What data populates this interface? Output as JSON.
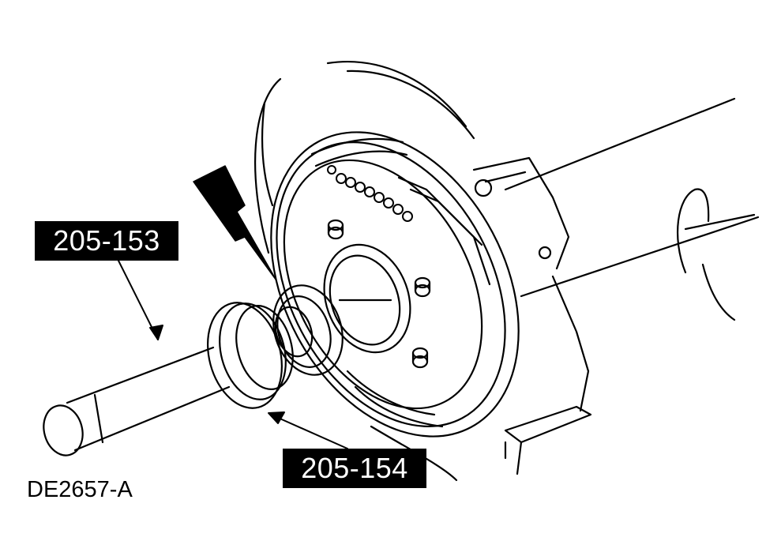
{
  "callouts": {
    "tool_a": "205-153",
    "tool_b": "205-154"
  },
  "figure_id": "DE2657-A"
}
